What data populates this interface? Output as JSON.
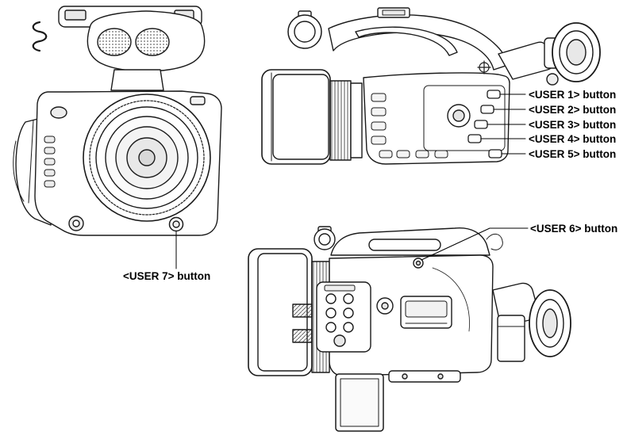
{
  "labels": {
    "user1": "<USER 1> button",
    "user2": "<USER 2> button",
    "user3": "<USER 3> button",
    "user4": "<USER 4> button",
    "user5": "<USER 5> button",
    "user6": "<USER 6> button",
    "user7": "<USER 7> button"
  },
  "colors": {
    "line": "#1a1a1a",
    "background": "#ffffff",
    "text": "#000000"
  }
}
